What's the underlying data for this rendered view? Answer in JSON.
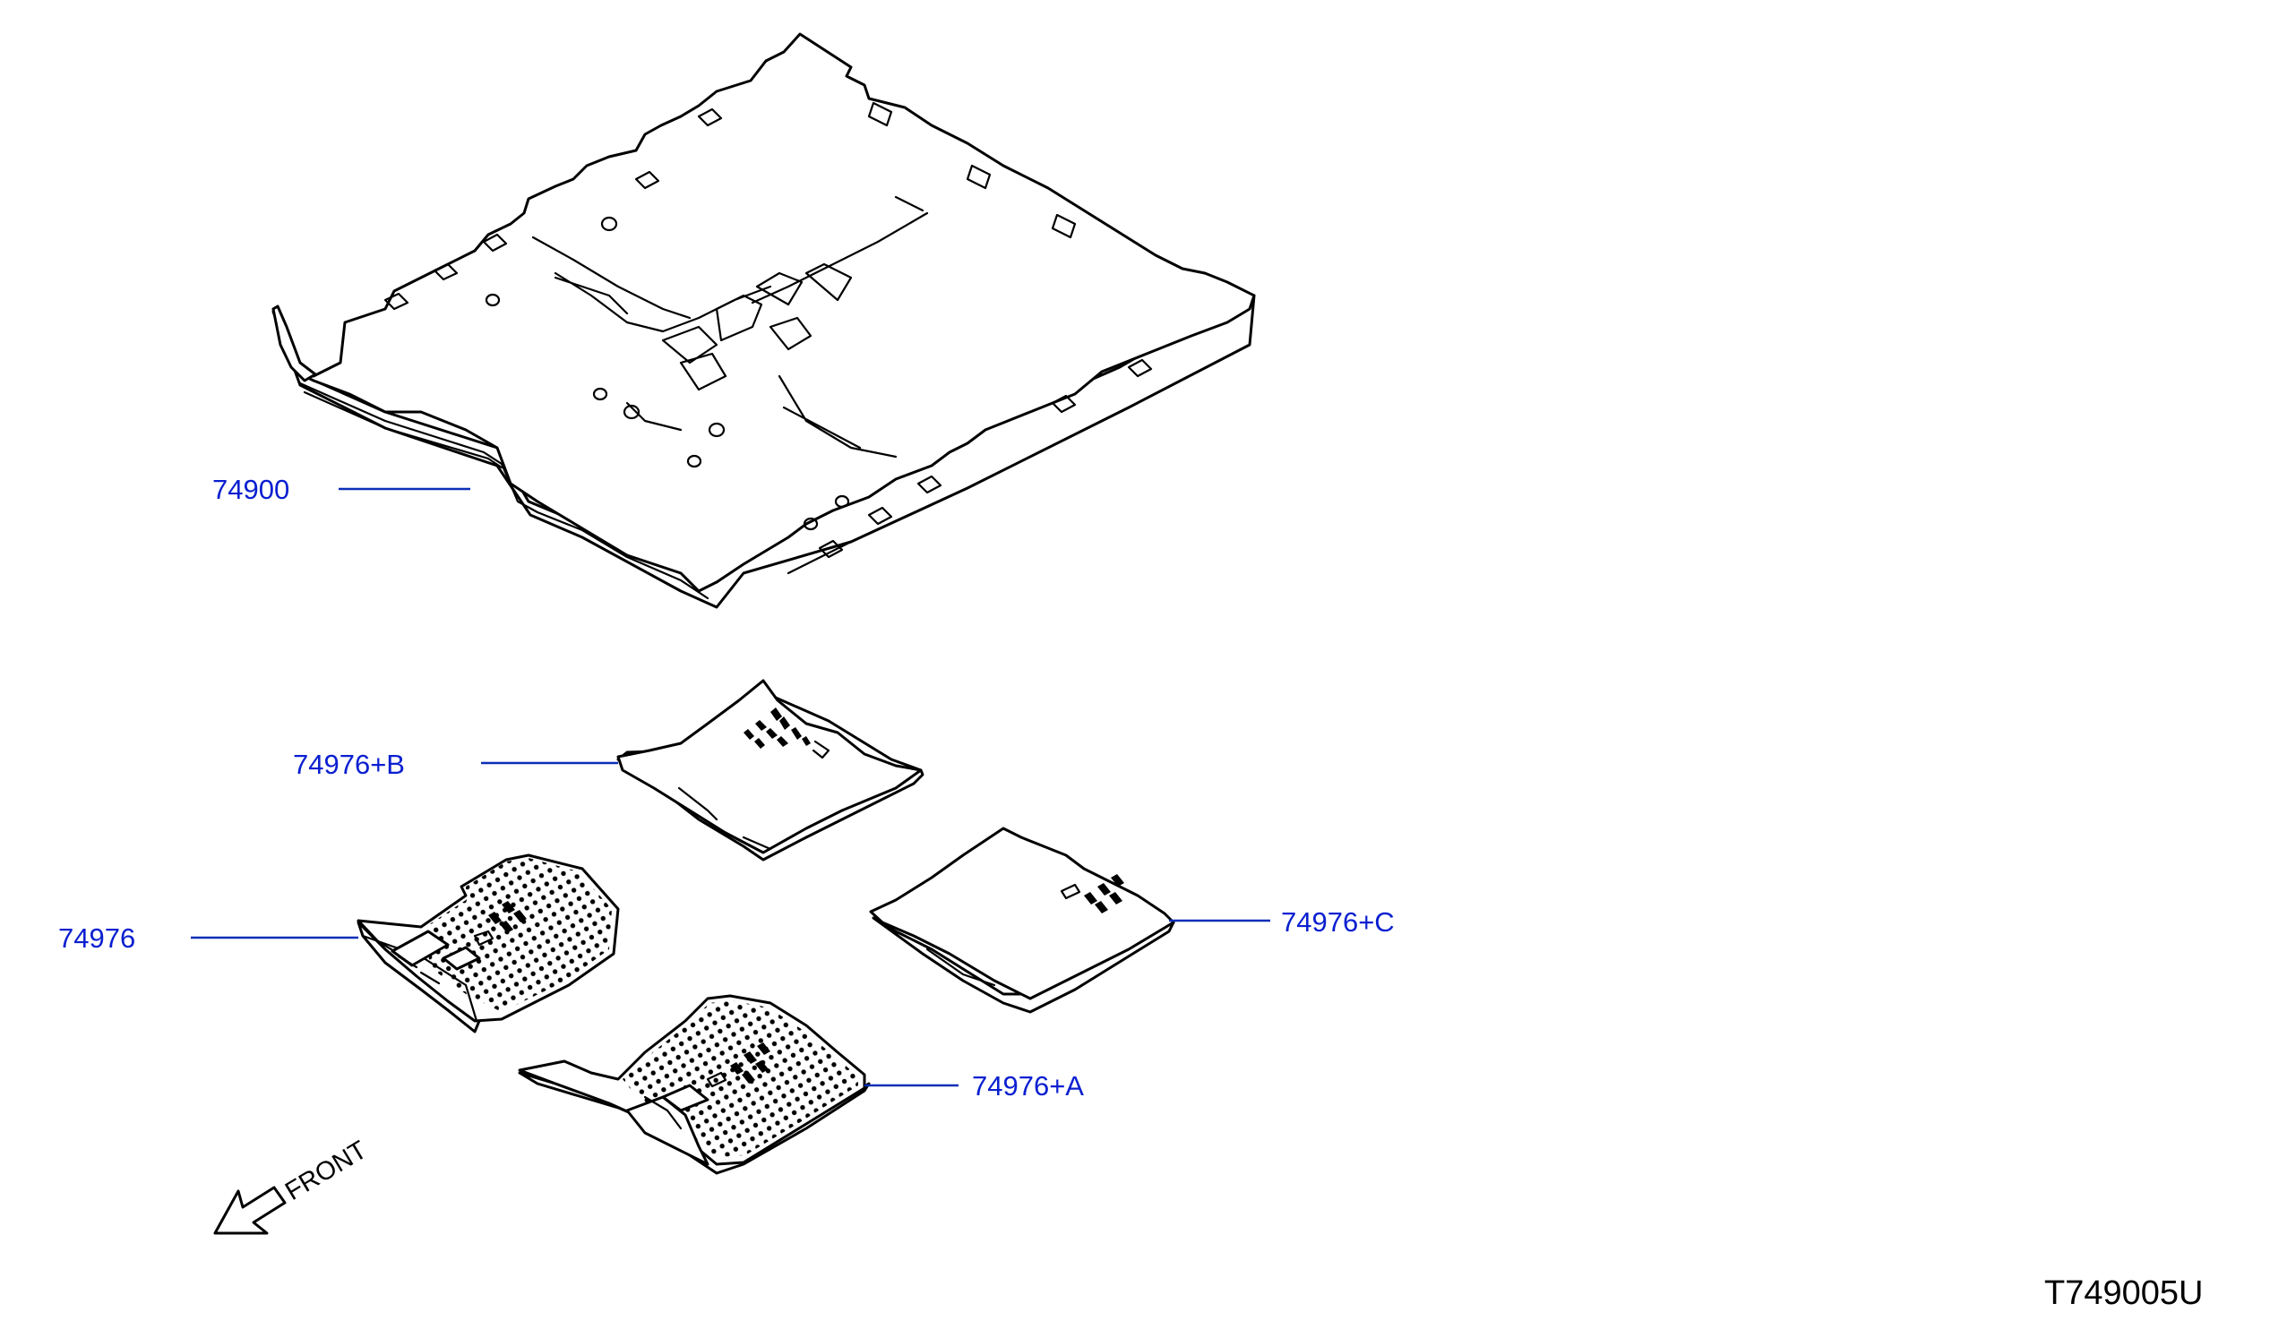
{
  "diagram_code": "T749005U",
  "orientation": {
    "label": "FRONT",
    "icon": "arrow-down-left-icon"
  },
  "callouts": [
    {
      "id": "floor-carpet",
      "part_number": "74900"
    },
    {
      "id": "mat-rear-center",
      "part_number": "74976+B"
    },
    {
      "id": "mat-front-left",
      "part_number": "74976"
    },
    {
      "id": "mat-rear-right",
      "part_number": "74976+C"
    },
    {
      "id": "mat-front-right",
      "part_number": "74976+A"
    }
  ],
  "colors": {
    "callout_text": "#0a1fd0",
    "leader_line": "#0a2fb8",
    "line_art": "#000000",
    "background": "#ffffff"
  }
}
